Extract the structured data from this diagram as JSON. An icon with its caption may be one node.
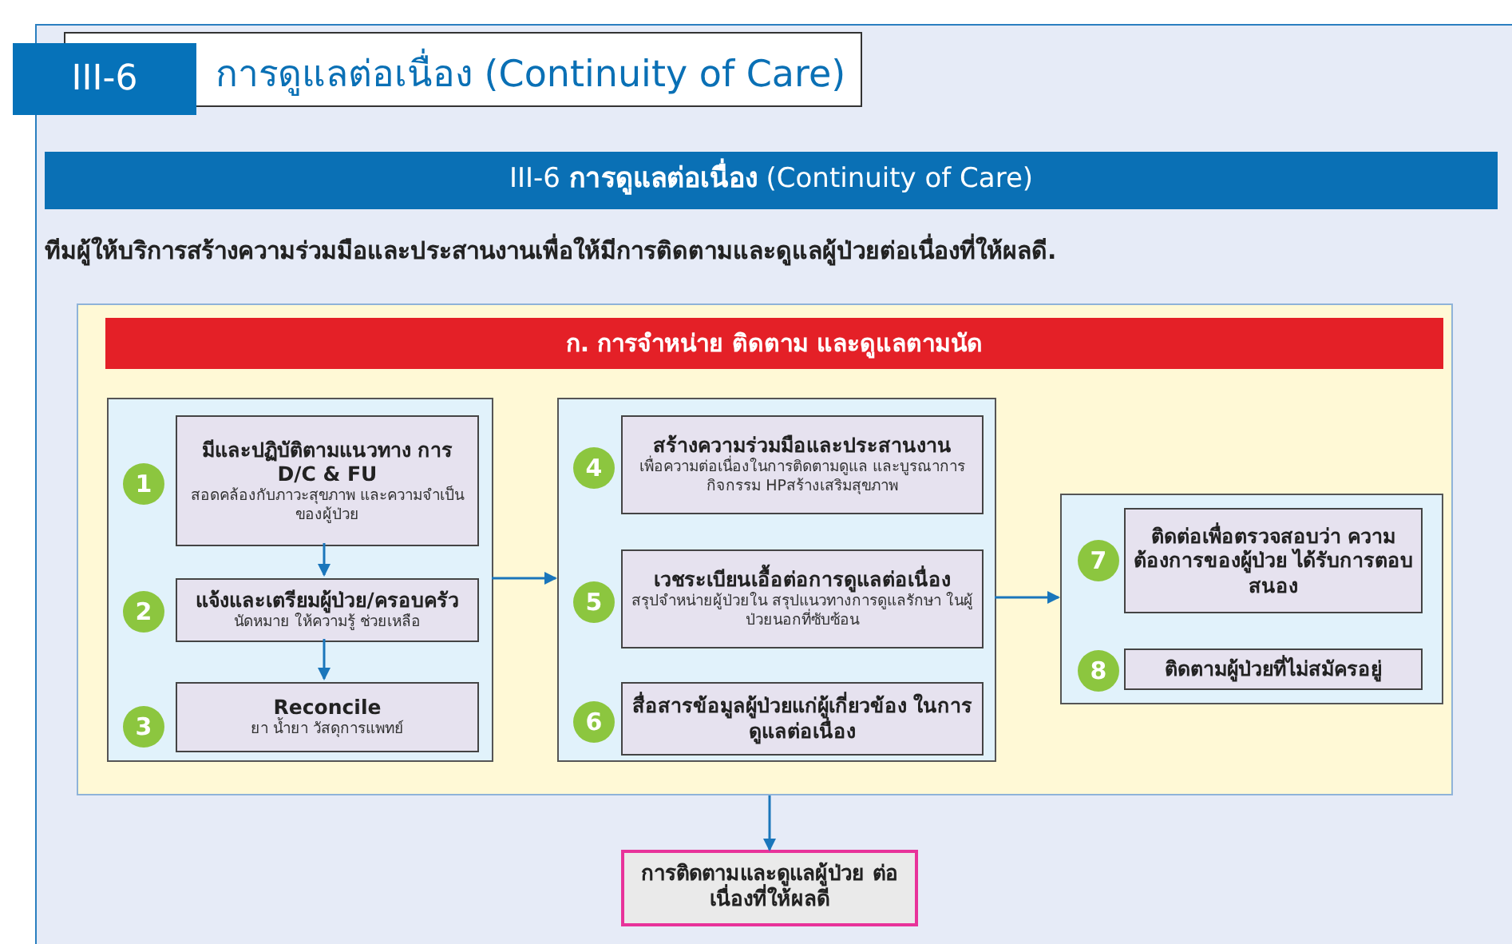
{
  "diagram": {
    "title": "III-6 **การดูแลต่อเนื่อง** (Continuity of Care)",
    "nodes": [
      {
        "text": [
          "ก. การจำหน่าย ติดตาม และดูแลตามนัด"
        ]
      },
      {
        "text": [],
        "shape": "box",
        "in": 0
      },
      {
        "text": [
          "1"
        ],
        "in": 1
      },
      {
        "text": [
          "มีและปฏิบัติตามแนวทาง การ D/C & FU",
          "สอดคล้องกับภาวะสุขภาพ และความจำเป็นของผู้ป่วย"
        ],
        "in": 1
      },
      {
        "text": [
          "2"
        ],
        "in": 1
      },
      {
        "text": [
          "แจ้งและเตรียมผู้ป่วย/ครอบครัว",
          "นัดหมาย ให้ความรู้ ช่วยเหลือ"
        ],
        "in": 1
      },
      {
        "text": [
          "3"
        ],
        "in": 1
      },
      {
        "text": [
          "Reconcile",
          "ยา น้ำยา วัสดุการแพทย์"
        ],
        "in": 1
      },
      {
        "text": [],
        "shape": "box",
        "in": 0
      },
      {
        "text": [
          "4"
        ],
        "in": 8
      },
      {
        "text": [
          "สร้างความร่วมมือและประสานงาน",
          "เพื่อความต่อเนื่องในการติดตามดูแล และบูรณาการกิจกรรม HPสร้างเสริมสุขภาพ"
        ],
        "in": 8
      },
      {
        "text": [
          "5"
        ],
        "in": 8
      },
      {
        "text": [
          "เวชระเบียนเอื้อต่อการดูแลต่อเนื่อง",
          "สรุปจำหน่ายผู้ป่วยใน สรุปแนวทางการดูแลรักษา ในผู้ป่วยนอกที่ซับซ้อน"
        ],
        "in": 8
      },
      {
        "text": [
          "6"
        ],
        "in": 8
      },
      {
        "text": [
          "สื่อสารข้อมูลผู้ป่วยแก่ผู้เกี่ยวข้อง ในการดูแลต่อเนื่อง"
        ],
        "in": 8
      },
      {
        "text": [],
        "shape": "box",
        "in": 0
      },
      {
        "text": [
          "7"
        ],
        "in": 15
      },
      {
        "text": [
          "ติดต่อเพื่อตรวจสอบว่า ความต้องการของผู้ป่วย ได้รับการตอบสนอง"
        ],
        "in": 15
      },
      {
        "text": [
          "8"
        ],
        "in": 15
      },
      {
        "text": [
          "ติดตามผู้ป่วยที่ไม่สมัครอยู่"
        ],
        "in": 15
      },
      {
        "text": [
          "การติดตามและดูแลผู้ป่วย ต่อเนื่องที่ให้ผลดี"
        ]
      }
    ],
    "edges": [
      {
        "from": 3,
        "to": 5,
        "arrow": "to"
      },
      {
        "from": 5,
        "to": 7,
        "arrow": "to"
      },
      {
        "from": 1,
        "to": 8,
        "arrow": "to"
      },
      {
        "from": 8,
        "to": 15,
        "arrow": "to"
      },
      {
        "from": 0,
        "to": 20,
        "arrow": "to"
      }
    ],
    "labels": [
      "III-6",
      "การดูแลต่อเนื่อง (Continuity of Care)",
      "ทีมผู้ให้บริการสร้างความร่วมมือและประสานงานเพื่อให้มีการติดตามและดูแลผู้ป่วยต่อเนื่องที่ให้ผลดี."
    ]
  }
}
